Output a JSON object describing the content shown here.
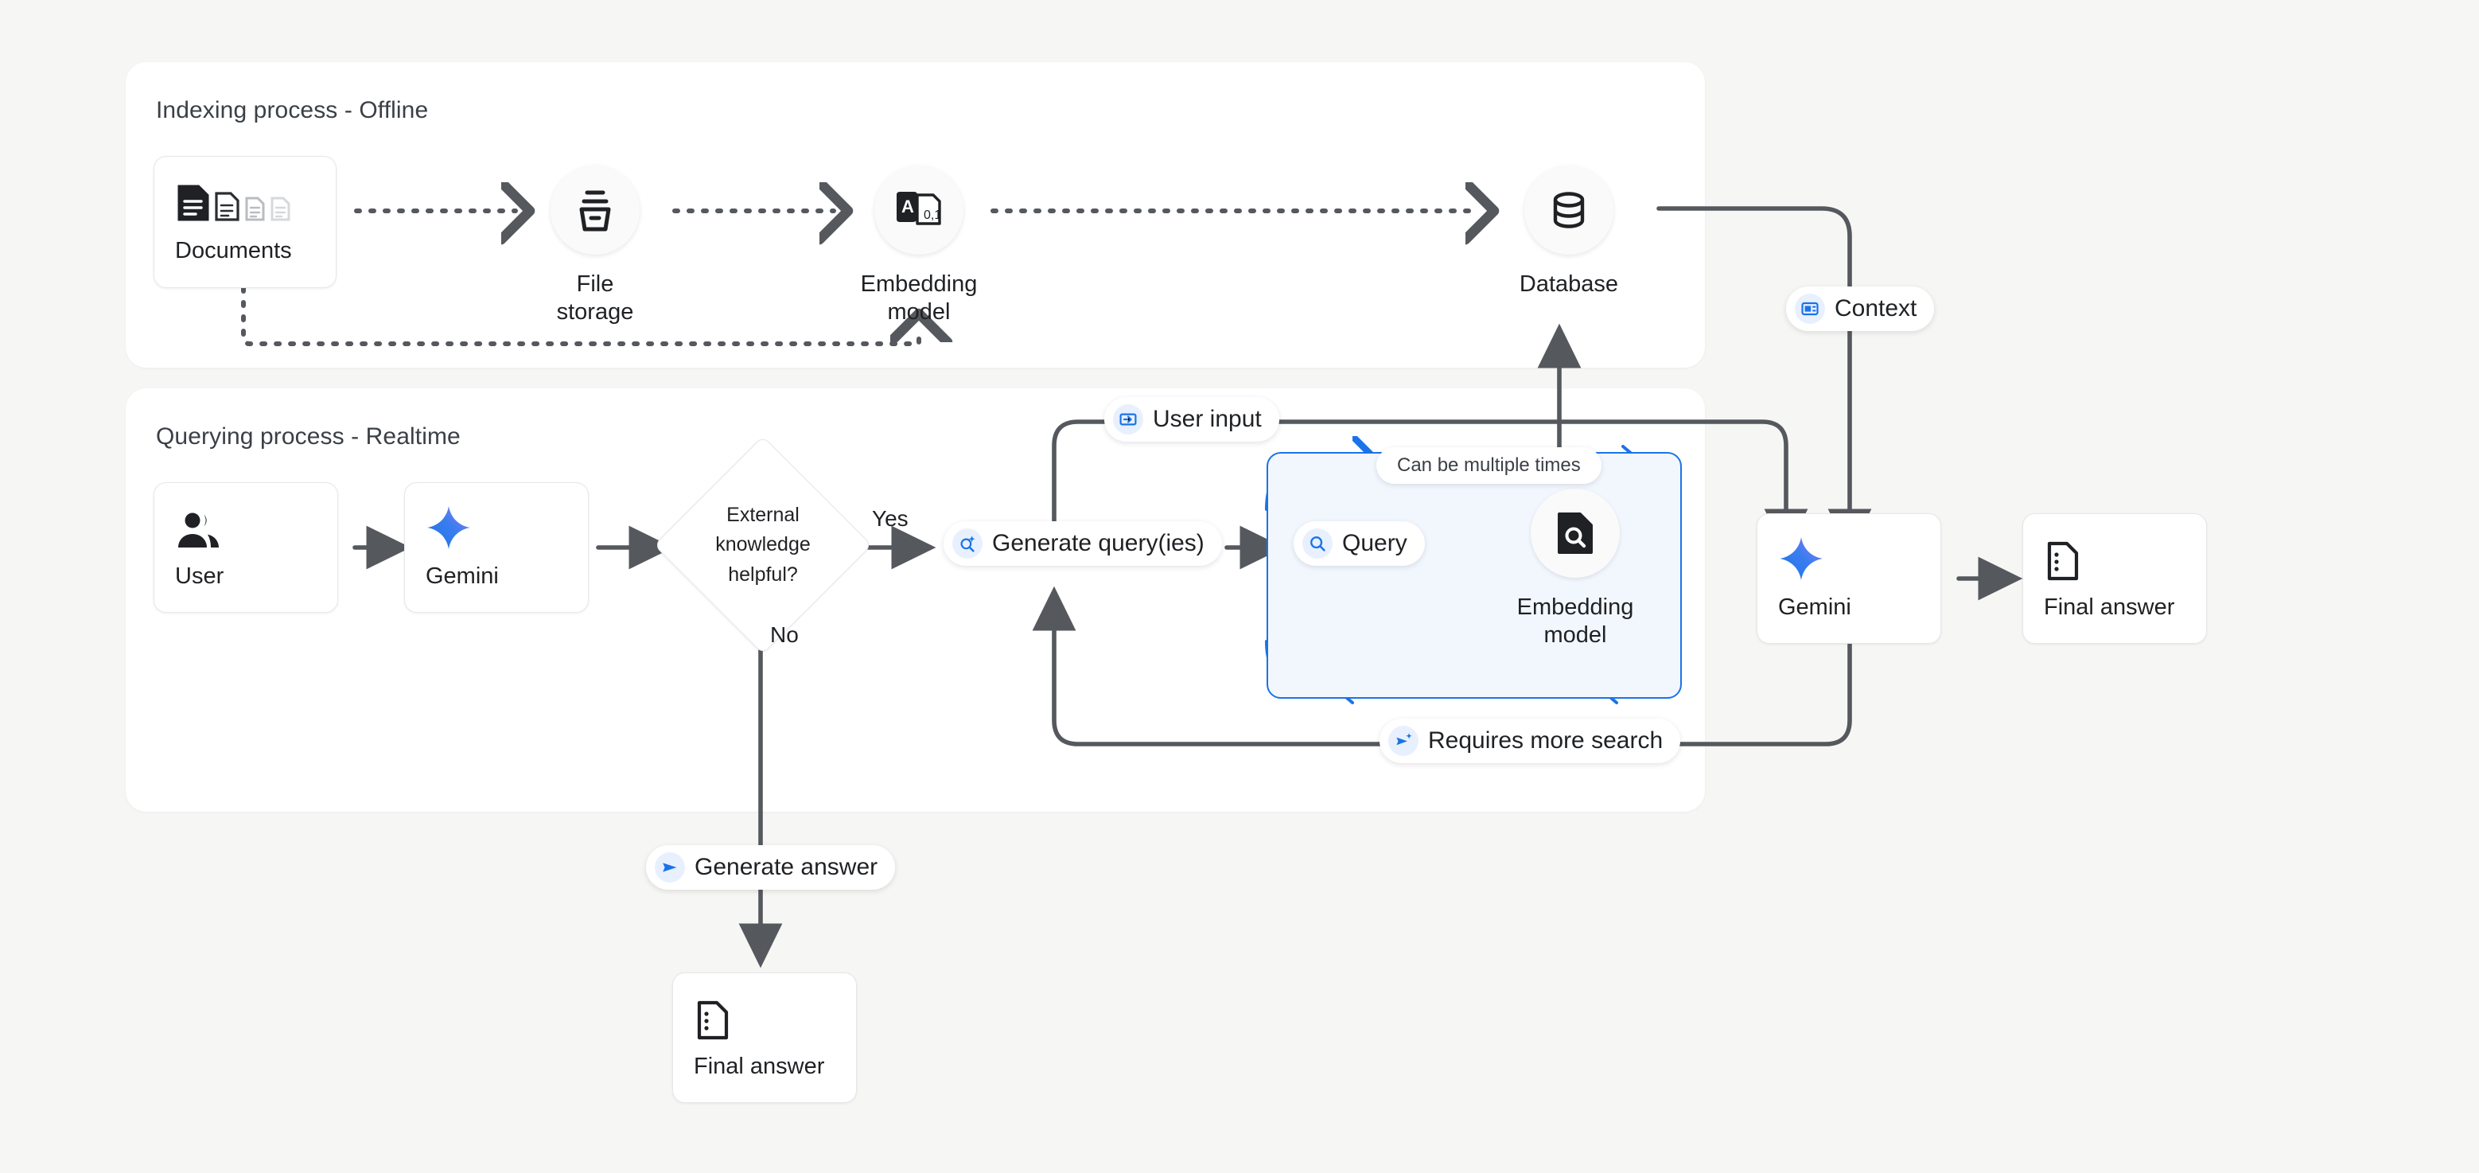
{
  "diagram": {
    "title_indexing": "Indexing process - Offline",
    "title_querying": "Querying process - Realtime",
    "colors": {
      "accent_blue": "#1a73e8",
      "wire_gray": "#55595e",
      "panel_bg": "#ffffff",
      "page_bg": "#f6f6f4",
      "loopbox_fill": "#f2f7fe"
    }
  },
  "indexing": {
    "nodes": [
      {
        "id": "documents",
        "label": "Documents",
        "icon": "documents-icon",
        "shape": "card"
      },
      {
        "id": "file-storage",
        "label": "File storage",
        "icon": "archive-icon",
        "shape": "circle"
      },
      {
        "id": "embedding-model",
        "label": "Embedding model",
        "icon": "text-to-vector-icon",
        "shape": "circle"
      },
      {
        "id": "database",
        "label": "Database",
        "icon": "database-icon",
        "shape": "circle"
      }
    ]
  },
  "querying": {
    "nodes": [
      {
        "id": "user",
        "label": "User",
        "icon": "people-icon",
        "shape": "card"
      },
      {
        "id": "gemini-left",
        "label": "Gemini",
        "icon": "gemini-sparkle-icon",
        "shape": "card"
      },
      {
        "id": "embedding-model-query",
        "label": "Embedding\nmodel",
        "icon": "document-search-icon",
        "shape": "circle"
      },
      {
        "id": "gemini-right",
        "label": "Gemini",
        "icon": "gemini-sparkle-icon",
        "shape": "card"
      },
      {
        "id": "final-answer-right",
        "label": "Final answer",
        "icon": "answer-doc-icon",
        "shape": "card"
      },
      {
        "id": "final-answer-bottom",
        "label": "Final answer",
        "icon": "answer-doc-icon",
        "shape": "card"
      }
    ],
    "decision": {
      "id": "external-knowledge-decision",
      "text": "External\nknowledge\nhelpful?"
    },
    "branch_labels": {
      "yes": "Yes",
      "no": "No"
    },
    "loop_label": "Can be multiple times",
    "pills": [
      {
        "id": "context",
        "label": "Context",
        "icon": "context-card-icon"
      },
      {
        "id": "user-input",
        "label": "User input",
        "icon": "input-arrow-icon"
      },
      {
        "id": "generate-queries",
        "label": "Generate query(ies)",
        "icon": "search-sparkle-icon"
      },
      {
        "id": "query",
        "label": "Query",
        "icon": "search-icon"
      },
      {
        "id": "requires-more-search",
        "label": "Requires more search",
        "icon": "send-sparkle-icon"
      },
      {
        "id": "generate-answer",
        "label": "Generate answer",
        "icon": "send-icon"
      }
    ]
  }
}
